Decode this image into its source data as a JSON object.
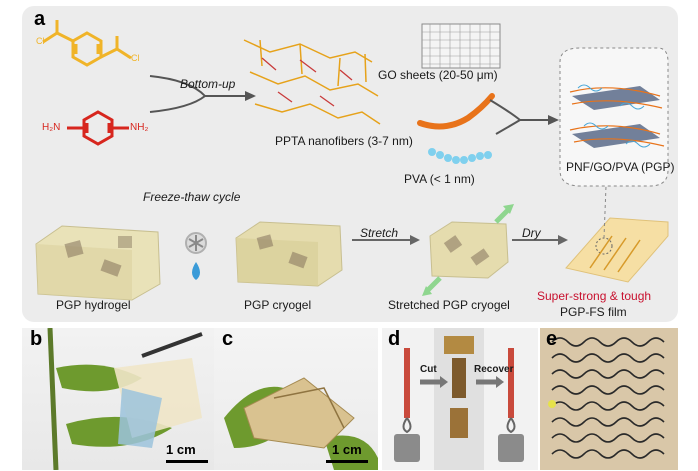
{
  "panel_a": {
    "letter": "a",
    "bottom_up": "Bottom-up",
    "go_sheets": "GO sheets (20-50 μm)",
    "pptа_fibers": "PPTA nanofibers (3-7 nm)",
    "pva": "PVA (< 1 nm)",
    "pgp_composite": "PNF/GO/PVA (PGP)",
    "freeze_thaw": "Freeze-thaw cycle",
    "stretch": "Stretch",
    "dry": "Dry",
    "pgp_hydrogel": "PGP hydrogel",
    "pgp_cryogel": "PGP cryogel",
    "stretched_cryogel": "Stretched PGP cryogel",
    "super_strong": "Super-strong & tough",
    "pgp_fs_film": "PGP-FS film",
    "h2n_left": "H₂N",
    "nh2_right": "NH₂",
    "cl_left": "Cl",
    "cl_right": "Cl"
  },
  "panel_b": {
    "letter": "b",
    "scale": "1 cm"
  },
  "panel_c": {
    "letter": "c",
    "scale": "1 cm"
  },
  "panel_d": {
    "letter": "d",
    "cut": "Cut",
    "recover": "Recover"
  },
  "panel_e": {
    "letter": "e"
  },
  "colors": {
    "panel_bg": "#ececec",
    "acid_chloride": "#f0b429",
    "diamine": "#d7261e",
    "nanofiber": "#e8731a",
    "pva": "#7fd0ee",
    "red_text": "#c8102e"
  }
}
